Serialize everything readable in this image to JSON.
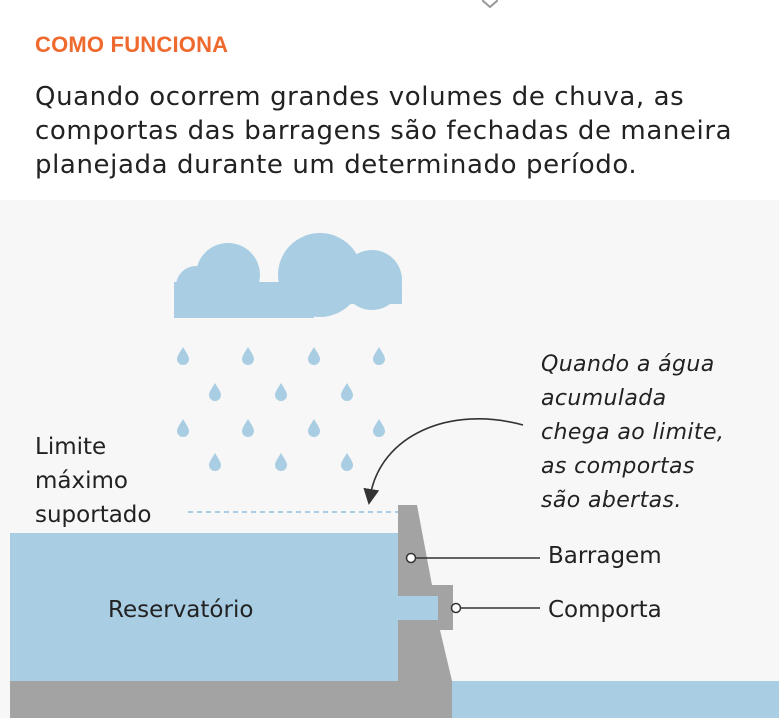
{
  "header": {
    "title": "COMO FUNCIONA",
    "intro": "Quando ocorrem grandes volumes de chuva, as comportas das barragens são fechadas de maneira planejada durante um determinado período."
  },
  "diagram": {
    "limit_label": [
      "Limite",
      "máximo",
      "suportado"
    ],
    "note_lines": [
      "Quando a água",
      "acumulada",
      "chega ao limite,",
      "as comportas",
      "são abertas."
    ],
    "reservoir_label": "Reservatório",
    "dam_label": "Barragem",
    "gate_label": "Comporta"
  },
  "colors": {
    "accent": "#ee6a2e",
    "water": "#a9cde3",
    "concrete": "#a3a3a3",
    "text": "#222222"
  }
}
